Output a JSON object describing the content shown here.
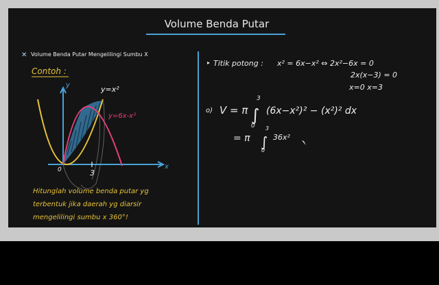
{
  "title": "Volume Benda Putar",
  "section_heading": "Volume Benda Putar Mengelilingi Sumbu X",
  "example_label": "Contoh :",
  "graph": {
    "curve1_label": "y=x²",
    "curve2_label": "y=6x-x²",
    "x_tick": "3",
    "origin": "0",
    "x_axis": "x",
    "y_axis": "y"
  },
  "problem": {
    "line1": "Hitunglah volume benda putar yg",
    "line2": "terbentuk jika daerah yg diarsir",
    "line3": "mengelilingi sumbu x 360°!"
  },
  "solution": {
    "intersection_label": "Titik potong :",
    "eq1": "x² = 6x−x²  ⇔  2x²−6x = 0",
    "eq2": "2x(x−3) = 0",
    "eq3": "x=0    x=3",
    "step_num": "o)",
    "volume_lhs": "V = π",
    "int_upper": "3",
    "int_lower": "0",
    "integrand": "(6x−x²)² − (x²)² dx",
    "eq_sign": "= π",
    "int2_upper": "3",
    "int2_lower": "0",
    "partial": "36x²"
  },
  "colors": {
    "board": "#141414",
    "accent_blue": "#4aa3d8",
    "yellow": "#e7c23a",
    "pink": "#e2407a",
    "chalk": "#f2f2f2"
  }
}
